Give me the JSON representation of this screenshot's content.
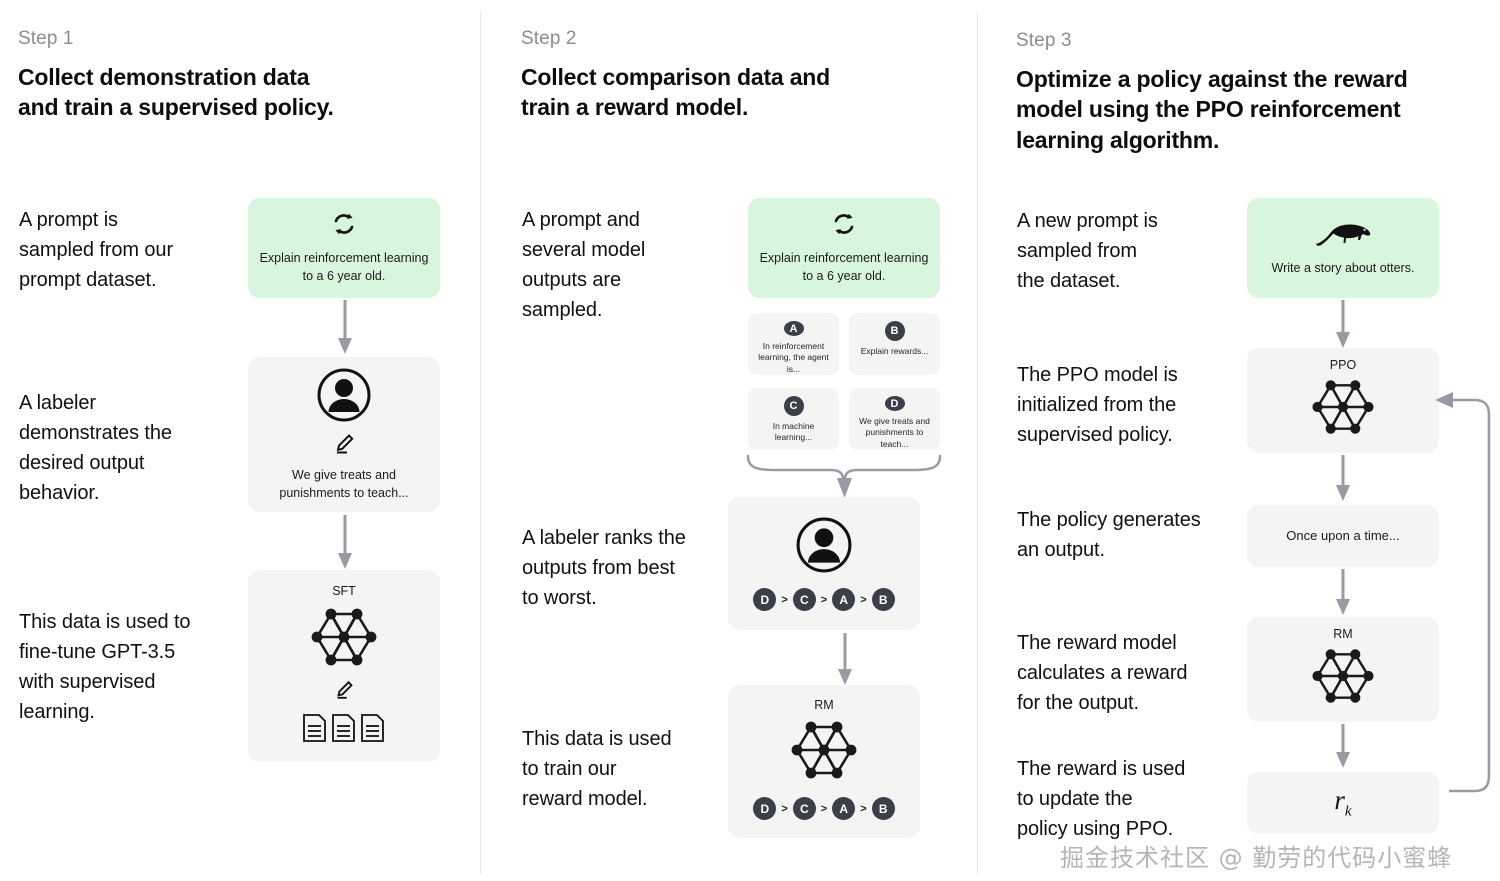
{
  "diagram": {
    "title": "RLHF three step training diagram",
    "colors": {
      "prompt_green": "#d8f5dd",
      "card_grey": "#f4f4f2",
      "badge_dark": "#3b3f4a",
      "arrow_grey": "#9a9aa3",
      "divider": "#e7e7e7",
      "text": "#0d0d0d",
      "muted": "#8c8c8c"
    },
    "watermark": "掘金技术社区 @ 勤劳的代码小蜜蜂"
  },
  "steps": [
    {
      "label": "Step 1",
      "title": "Collect demonstration data and train a supervised policy.",
      "notes": [
        "A prompt is\nsampled from our\nprompt dataset.",
        "A labeler\ndemonstrates the\ndesired output\nbehavior.",
        "This data is used to\nfine-tune GPT-3.5\nwith supervised\nlearning."
      ],
      "prompt_card": {
        "icon": "cycle-icon",
        "text": "Explain reinforcement learning to a 6 year old."
      },
      "labeler_card": {
        "icon": "person-circle-icon",
        "pencil": "pencil-icon",
        "text": "We give treats and punishments to teach..."
      },
      "model_card": {
        "label": "SFT",
        "icon": "neural-net-icon",
        "pencil": "pencil-icon",
        "docs": "documents-icon"
      }
    },
    {
      "label": "Step 2",
      "title": "Collect comparison data and train a reward model.",
      "notes": [
        "A prompt and\nseveral model\noutputs are\nsampled.",
        "A labeler ranks the\noutputs from best\nto worst.",
        "This data is used\nto train our\nreward model."
      ],
      "prompt_card": {
        "icon": "cycle-icon",
        "text": "Explain reinforcement learning to a 6 year old."
      },
      "outputs": [
        {
          "id": "A",
          "text": "In reinforcement learning, the agent is..."
        },
        {
          "id": "B",
          "text": "Explain rewards..."
        },
        {
          "id": "C",
          "text": "In machine learning..."
        },
        {
          "id": "D",
          "text": "We give treats and punishments to teach..."
        }
      ],
      "ranking_card": {
        "icon": "person-circle-icon",
        "ranking": [
          "D",
          "C",
          "A",
          "B"
        ],
        "separator": ">"
      },
      "model_card": {
        "label": "RM",
        "icon": "neural-net-icon",
        "ranking": [
          "D",
          "C",
          "A",
          "B"
        ],
        "separator": ">"
      }
    },
    {
      "label": "Step 3",
      "title": "Optimize a policy against the reward model using the PPO reinforcement learning algorithm.",
      "notes": [
        "A new prompt is\nsampled from\nthe dataset.",
        "The PPO model is\ninitialized from the\nsupervised policy.",
        "The policy generates\nan output.",
        "The reward model\ncalculates a reward\nfor the output.",
        "The reward is used\nto update the\npolicy using PPO."
      ],
      "prompt_card": {
        "icon": "otter-icon",
        "text": "Write a story about otters."
      },
      "ppo_card": {
        "label": "PPO",
        "icon": "neural-net-icon"
      },
      "output_card": {
        "text": "Once upon a time..."
      },
      "rm_card": {
        "label": "RM",
        "icon": "neural-net-icon"
      },
      "reward_card": {
        "symbol": "r",
        "subscript": "k"
      }
    }
  ]
}
